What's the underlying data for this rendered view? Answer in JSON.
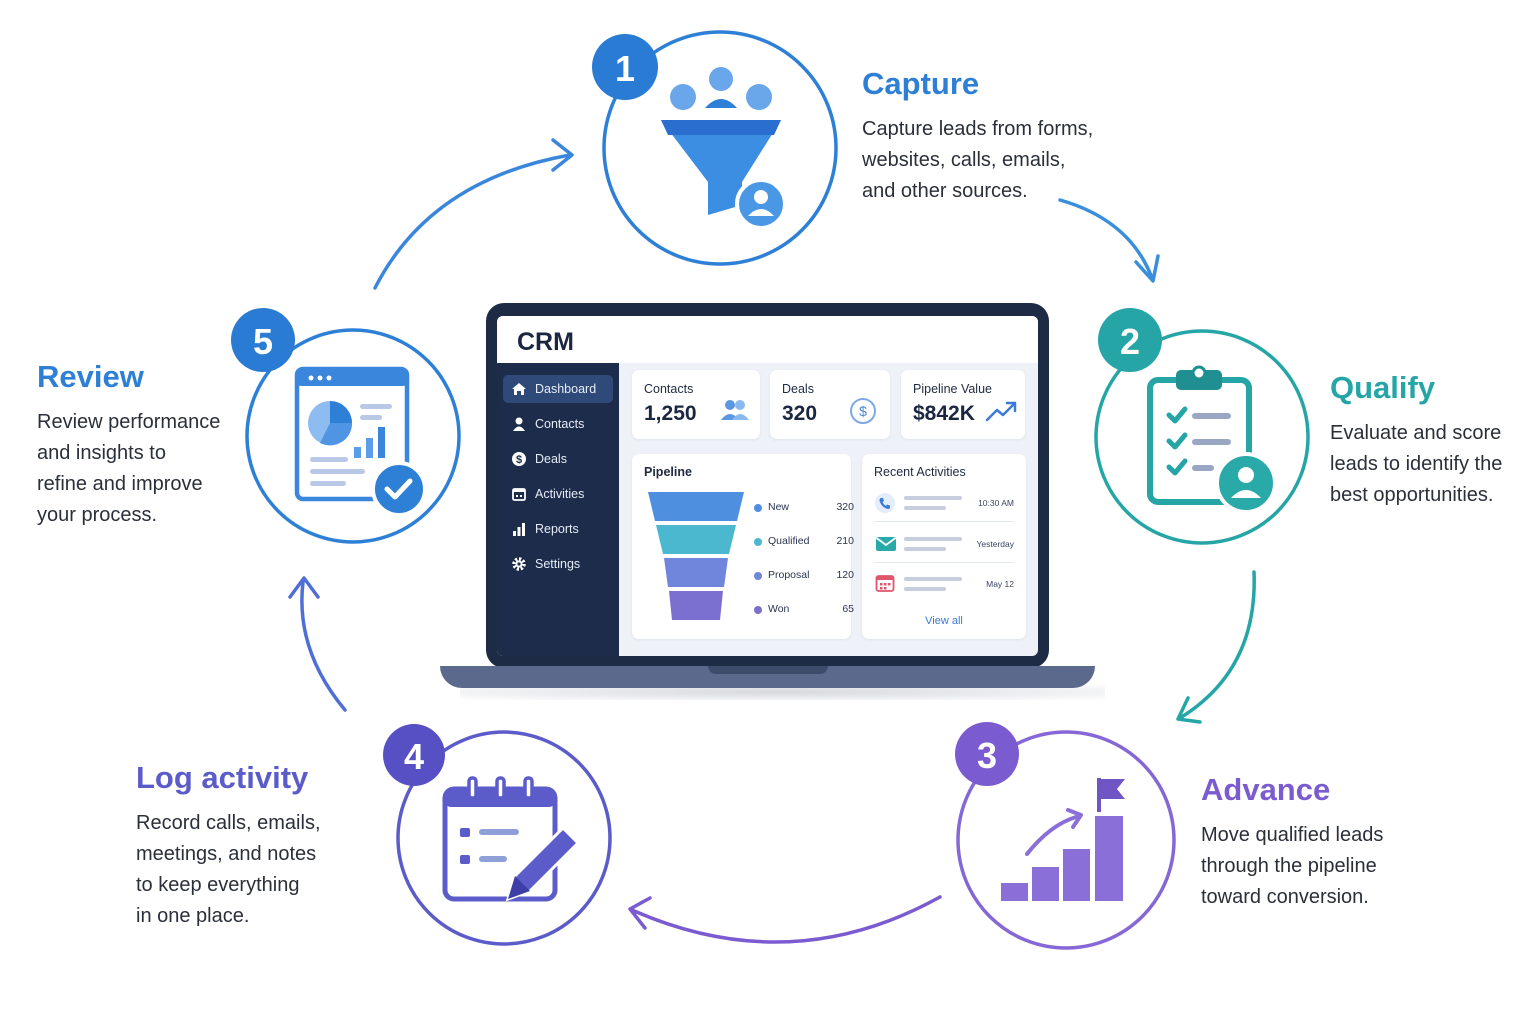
{
  "steps": [
    {
      "number": "1",
      "title": "Capture",
      "description": "Capture leads from forms,\nwebsites, calls, emails,\nand other sources.",
      "color": "#2e7fd6",
      "icon": "funnel-person-icon"
    },
    {
      "number": "2",
      "title": "Qualify",
      "description": "Evaluate and score\nleads to identify the\nbest opportunities.",
      "color": "#25a5a6",
      "icon": "clipboard-checklist-icon"
    },
    {
      "number": "3",
      "title": "Advance",
      "description": "Move qualified leads\nthrough the pipeline\ntoward conversion.",
      "color": "#7b5bd0",
      "icon": "growth-chart-flag-icon"
    },
    {
      "number": "4",
      "title": "Log activity",
      "description": "Record calls, emails,\nmeetings, and notes\nto keep everything\nin one place.",
      "color": "#5b5cc9",
      "icon": "calendar-pencil-icon"
    },
    {
      "number": "5",
      "title": "Review",
      "description": "Review performance\nand insights to\nrefine and improve\nyour process.",
      "color": "#2e7fd6",
      "icon": "report-check-icon"
    }
  ],
  "crm": {
    "title": "CRM",
    "nav": [
      {
        "label": "Dashboard",
        "icon": "home-icon",
        "active": true
      },
      {
        "label": "Contacts",
        "icon": "person-icon"
      },
      {
        "label": "Deals",
        "icon": "dollar-icon"
      },
      {
        "label": "Activities",
        "icon": "calendar-icon"
      },
      {
        "label": "Reports",
        "icon": "bar-chart-icon"
      },
      {
        "label": "Settings",
        "icon": "gear-icon"
      }
    ],
    "kpis": [
      {
        "label": "Contacts",
        "value": "1,250",
        "icon": "people-icon"
      },
      {
        "label": "Deals",
        "value": "320",
        "icon": "dollar-circle-icon"
      },
      {
        "label": "Pipeline Value",
        "value": "$842K",
        "icon": "trend-up-icon"
      }
    ],
    "pipeline": {
      "title": "Pipeline",
      "stages": [
        {
          "label": "New",
          "value": "320",
          "color": "#4f8fe0"
        },
        {
          "label": "Qualified",
          "value": "210",
          "color": "#4bb8cf"
        },
        {
          "label": "Proposal",
          "value": "120",
          "color": "#6f86dc"
        },
        {
          "label": "Won",
          "value": "65",
          "color": "#7b6fd0"
        }
      ]
    },
    "activities": {
      "title": "Recent Activities",
      "items": [
        {
          "icon": "phone-icon",
          "time": "10:30 AM"
        },
        {
          "icon": "mail-icon",
          "time": "Yesterday"
        },
        {
          "icon": "calendar-icon",
          "time": "May 12"
        }
      ],
      "view_all": "View all"
    }
  }
}
